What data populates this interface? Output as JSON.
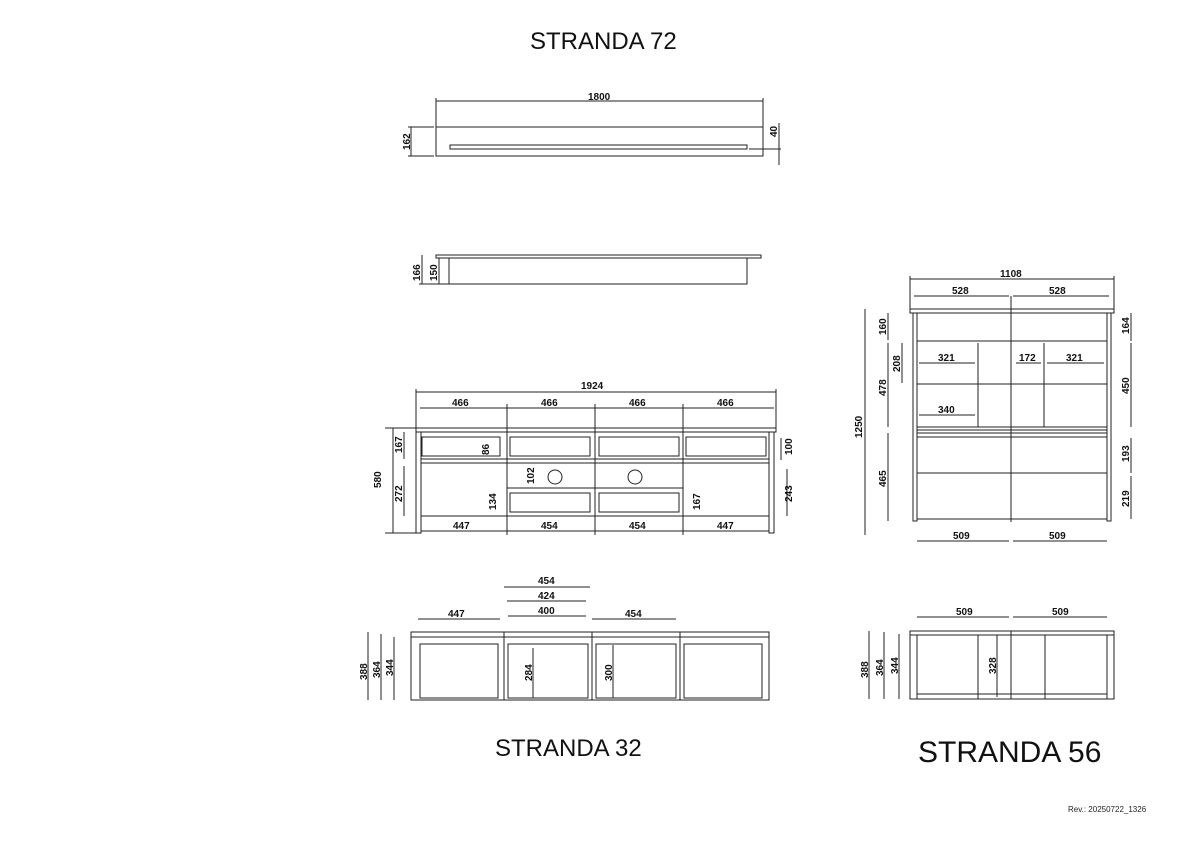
{
  "titles": {
    "top": "STRANDA 72",
    "bottom_left": "STRANDA 32",
    "bottom_right": "STRANDA 56"
  },
  "revision": "Rev.: 20250722_1326",
  "stranda72": {
    "front": {
      "width": "1800",
      "height": "162",
      "slot": "40"
    },
    "side": {
      "total": "166",
      "inner": "150"
    }
  },
  "stranda32_front": {
    "total_width": "1924",
    "top_widths": [
      "466",
      "466",
      "466",
      "466"
    ],
    "bottom_widths": [
      "447",
      "454",
      "454",
      "447"
    ],
    "height": "580",
    "left_top": "167",
    "left_bottom": "272",
    "drawer_inner": "86",
    "opening": "102",
    "drawer_low": "134",
    "right_drawer": "167",
    "right_top": "100",
    "right_bottom": "243"
  },
  "stranda32_lower": {
    "widths": [
      "447",
      "454",
      "424",
      "400",
      "454"
    ],
    "heights": [
      "388",
      "364",
      "344"
    ],
    "door_1": "284",
    "door_2": "300"
  },
  "stranda56_front": {
    "total_width": "1108",
    "top_widths": [
      "528",
      "528"
    ],
    "bottom_widths": [
      "509",
      "509"
    ],
    "height": "1250",
    "left": [
      "160",
      "478",
      "208",
      "465"
    ],
    "right": [
      "164",
      "450",
      "193",
      "219"
    ],
    "inner": [
      "321",
      "172",
      "321",
      "340"
    ]
  },
  "stranda56_lower": {
    "widths": [
      "509",
      "509"
    ],
    "heights": [
      "388",
      "364",
      "344"
    ],
    "door": "328"
  }
}
